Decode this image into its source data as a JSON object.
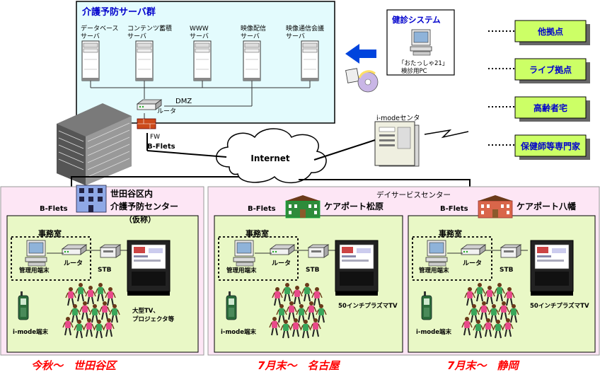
{
  "datacenter": {
    "title": "介護予防サーバ群",
    "servers": [
      {
        "line1": "データベース",
        "line2": "サーバ"
      },
      {
        "line1": "コンテンツ蓄積",
        "line2": "サーバ"
      },
      {
        "line1": "WWW",
        "line2": "サーバ"
      },
      {
        "line1": "映像配信",
        "line2": "サーバ"
      },
      {
        "line1": "映像通信会議",
        "line2": "サーバ"
      }
    ],
    "dmz": "DMZ",
    "router": "ルータ",
    "fw": "FW",
    "bflets": "B-Flets"
  },
  "internet": "Internet",
  "imode_center": "i-modeセンタ",
  "kenshin": {
    "title": "健診システム",
    "pc_line1": "「おたっしゃ21」",
    "pc_line2": "検診用PC"
  },
  "right_labels": [
    "他拠点",
    "ライブ拠点",
    "高齢者宅",
    "保健師等専門家"
  ],
  "daycare_label": "デイサービスセンター",
  "sites": [
    {
      "name_line1": "世田谷区内",
      "name_line2": "介護予防センター",
      "name_line3": "（仮称）",
      "bflets": "B-Flets",
      "office": "事務室",
      "terminal": "管理用端末",
      "router": "ルータ",
      "stb": "STB",
      "tv_line1": "大型TV、",
      "tv_line2": "プロジェクタ等",
      "imode": "i-mode端末",
      "caption": "今秋～　世田谷区"
    },
    {
      "name_line1": "ケアポート松原",
      "bflets": "B-Flets",
      "office": "事務室",
      "terminal": "管理用端末",
      "router": "ルータ",
      "stb": "STB",
      "tv_line1": "50インチプラズマTV",
      "imode": "i-mode端末",
      "caption": "7月末～　名古屋"
    },
    {
      "name_line1": "ケアポート八幡",
      "bflets": "B-Flets",
      "office": "事務室",
      "terminal": "管理用端末",
      "router": "ルータ",
      "stb": "STB",
      "tv_line1": "50インチプラズマTV",
      "imode": "i-mode端末",
      "caption": "7月末～　静岡"
    }
  ],
  "colors": {
    "datacenter_bg": "#e3fbfd",
    "site_outer_bg": "#fde6f5",
    "site_inner_bg": "#e9f8c6",
    "right_label_bg": "#ccff66",
    "right_label_text": "#0000cc",
    "caption_red": "#ff0000",
    "arrow_blue": "#0044dd"
  }
}
